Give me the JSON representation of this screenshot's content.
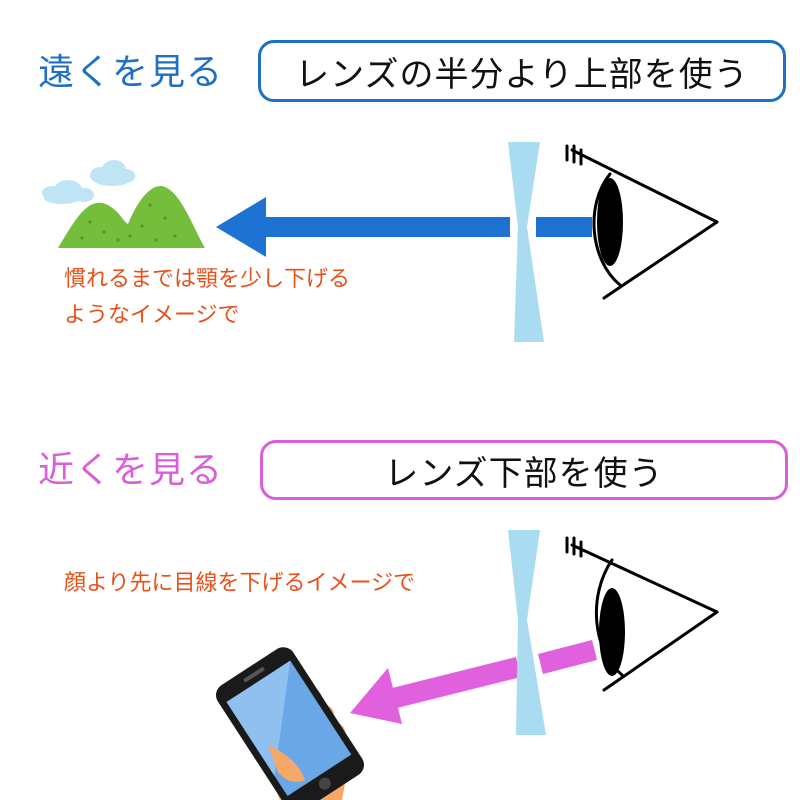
{
  "colors": {
    "far_accent": "#1f6fc5",
    "near_accent": "#d95ed8",
    "note_text": "#e8501a",
    "lens": "#a9dcf0",
    "far_arrow": "#1e72d2",
    "near_arrow": "#e060dd",
    "mountain": "#74be3c",
    "cloud": "#bfe4f6"
  },
  "far": {
    "heading": "遠くを見る",
    "box_text": "レンズの半分より上部を使う",
    "note_line1": "慣れるまでは顎を少し下げる",
    "note_line2": "ようなイメージで"
  },
  "near": {
    "heading": "近くを見る",
    "box_text": "レンズ下部を使う",
    "note": "顔より先に目線を下げるイメージで"
  },
  "icons": [
    "mountain-icon",
    "cloud-icon",
    "eye-icon",
    "lens-icon",
    "smartphone-icon",
    "hand-icon"
  ]
}
